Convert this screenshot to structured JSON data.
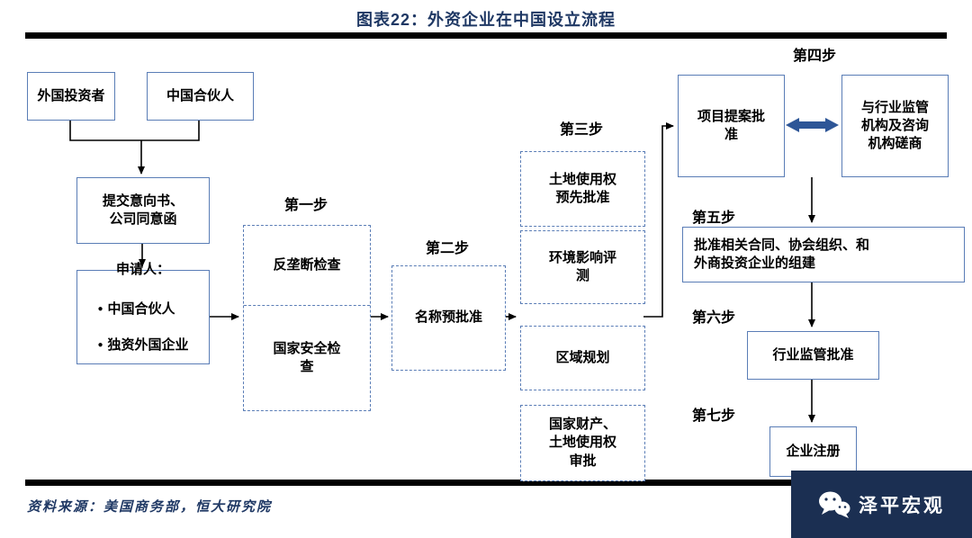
{
  "header": {
    "title": "图表22：外资企业在中国设立流程"
  },
  "footer": {
    "source": "资料来源：美国商务部，恒大研究院",
    "watermark": "泽平宏观"
  },
  "steps": {
    "s1": "第一步",
    "s2": "第二步",
    "s3": "第三步",
    "s4": "第四步",
    "s5": "第五步",
    "s6": "第六步",
    "s7": "第七步"
  },
  "nodes": {
    "foreign_investor": "外国投资者",
    "chinese_partner": "中国合伙人",
    "submit_loi": "提交意向书、\n公司同意函",
    "applicant_title": "申请人：",
    "applicant_item1": "中国合伙人",
    "applicant_item2": "独资外国企业",
    "anti_monopoly": "反垄断检查",
    "national_security": "国家安全检\n查",
    "name_preapproval": "名称预批准",
    "land_use": "土地使用权\n预先批准",
    "env_impact": "环境影响评\n测",
    "regional_planning": "区域规划",
    "state_property": "国家财产、\n土地使用权\n审批",
    "project_proposal": "项目提案批\n准",
    "industry_consult": "与行业监管\n机构及咨询\n机构磋商",
    "approve_contracts": "批准相关合同、协会组织、和\n外商投资企业的组建",
    "industry_approval": "行业监管批准",
    "enterprise_reg": "企业注册"
  },
  "icons": {
    "watermark_badge": "wechat-chat-bubbles-icon"
  },
  "colors": {
    "title_navy": "#1F3864",
    "box_border_blue": "#5A7DB6",
    "double_arrow_blue": "#2E5697",
    "divider_black": "#000000",
    "watermark_bg_navy": "#1B2F52",
    "watermark_text": "#FFFFFF"
  }
}
